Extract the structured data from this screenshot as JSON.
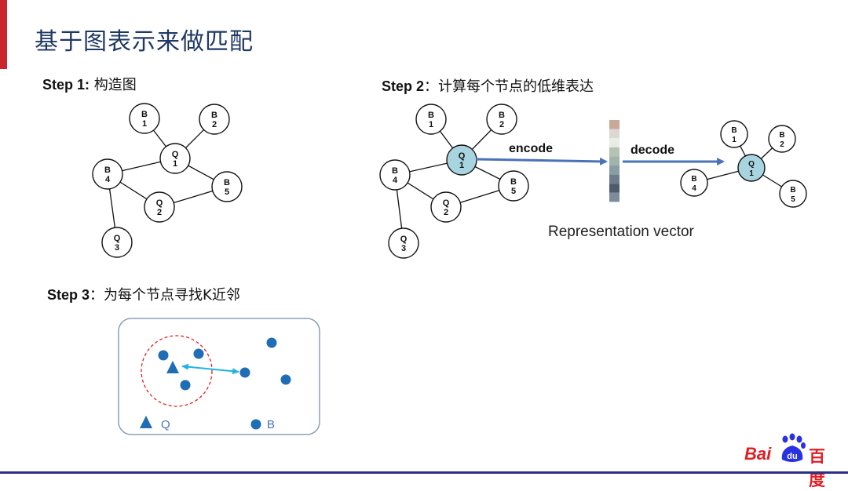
{
  "title": "基于图表示来做匹配",
  "step1": {
    "bold": "Step 1:",
    "text": " 构造图"
  },
  "step2": {
    "bold": "Step 2",
    "text": "：计算每个节点的低维表达"
  },
  "step3": {
    "bold": "Step 3",
    "text": "：为每个节点寻找K近邻"
  },
  "encode_label": "encode",
  "decode_label": "decode",
  "rep_vector_label": "Representation vector",
  "legend": {
    "q": "Q",
    "b": "B"
  },
  "logo": {
    "bai": "Bai",
    "du": "du",
    "cn": "百度"
  },
  "colors": {
    "title": "#1f3864",
    "accent_red": "#c9252c",
    "arrow_blue": "#4a72b8",
    "node_highlight": "#a8d4df",
    "point_blue": "#1f6db5",
    "knn_arrow": "#1eb4e6",
    "circle_dashed": "#e02020"
  },
  "graph1": {
    "nodes": [
      {
        "id": "B1",
        "l1": "B",
        "l2": "1"
      },
      {
        "id": "B2",
        "l1": "B",
        "l2": "2"
      },
      {
        "id": "Q1",
        "l1": "Q",
        "l2": "1"
      },
      {
        "id": "B4",
        "l1": "B",
        "l2": "4"
      },
      {
        "id": "B5",
        "l1": "B",
        "l2": "5"
      },
      {
        "id": "Q2",
        "l1": "Q",
        "l2": "2"
      },
      {
        "id": "Q3",
        "l1": "Q",
        "l2": "3"
      }
    ],
    "edges": [
      [
        "B1",
        "Q1"
      ],
      [
        "B2",
        "Q1"
      ],
      [
        "Q1",
        "B4"
      ],
      [
        "Q1",
        "B5"
      ],
      [
        "B4",
        "Q2"
      ],
      [
        "Q2",
        "B5"
      ],
      [
        "B4",
        "Q3"
      ]
    ]
  },
  "graph2": {
    "nodes": [
      {
        "id": "B1",
        "l1": "B",
        "l2": "1"
      },
      {
        "id": "B2",
        "l1": "B",
        "l2": "2"
      },
      {
        "id": "Q1",
        "l1": "Q",
        "l2": "1",
        "highlight": true
      },
      {
        "id": "B4",
        "l1": "B",
        "l2": "4"
      },
      {
        "id": "B5",
        "l1": "B",
        "l2": "5"
      },
      {
        "id": "Q2",
        "l1": "Q",
        "l2": "2"
      },
      {
        "id": "Q3",
        "l1": "Q",
        "l2": "3"
      }
    ],
    "edges": [
      [
        "B1",
        "Q1"
      ],
      [
        "B2",
        "Q1"
      ],
      [
        "Q1",
        "B4"
      ],
      [
        "Q1",
        "B5"
      ],
      [
        "B4",
        "Q2"
      ],
      [
        "Q2",
        "B5"
      ],
      [
        "B4",
        "Q3"
      ]
    ]
  },
  "graph3": {
    "nodes": [
      {
        "id": "B1",
        "l1": "B",
        "l2": "1"
      },
      {
        "id": "B2",
        "l1": "B",
        "l2": "2"
      },
      {
        "id": "Q1",
        "l1": "Q",
        "l2": "1",
        "highlight": true
      },
      {
        "id": "B4",
        "l1": "B",
        "l2": "4"
      },
      {
        "id": "B5",
        "l1": "B",
        "l2": "5"
      }
    ],
    "edges": [
      [
        "B1",
        "Q1"
      ],
      [
        "B2",
        "Q1"
      ],
      [
        "Q1",
        "B4"
      ],
      [
        "Q1",
        "B5"
      ]
    ]
  },
  "vector_colors": [
    "#c9a898",
    "#dad8d0",
    "#e8ece4",
    "#b4c4b4",
    "#a0b4ac",
    "#8c9ca4",
    "#6c7c8c",
    "#4c5c6c",
    "#7c8c9c"
  ]
}
